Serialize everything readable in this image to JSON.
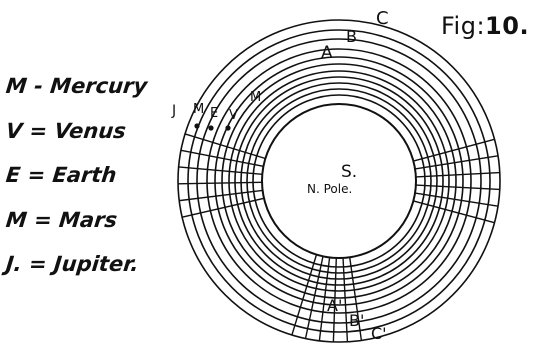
{
  "figure_label": "Fig:",
  "figure_number": "10.",
  "legend": [
    {
      "key": "M",
      "sep": " - ",
      "name": "Mercury"
    },
    {
      "key": "V",
      "sep": " = ",
      "name": "Venus"
    },
    {
      "key": "E",
      "sep": " = ",
      "name": "Earth"
    },
    {
      "key": "M",
      "sep": " = ",
      "name": "Mars"
    },
    {
      "key": "J.",
      "sep": " = ",
      "name": "Jupiter."
    }
  ],
  "center": {
    "label": "S.",
    "sublabel": "N. Pole."
  },
  "outer_rings": [
    "A",
    "B",
    "C"
  ],
  "outer_rings_primed": [
    "A'",
    "B'",
    "C'"
  ],
  "planet_letters": [
    "J",
    "M",
    "E",
    "V",
    "M"
  ]
}
